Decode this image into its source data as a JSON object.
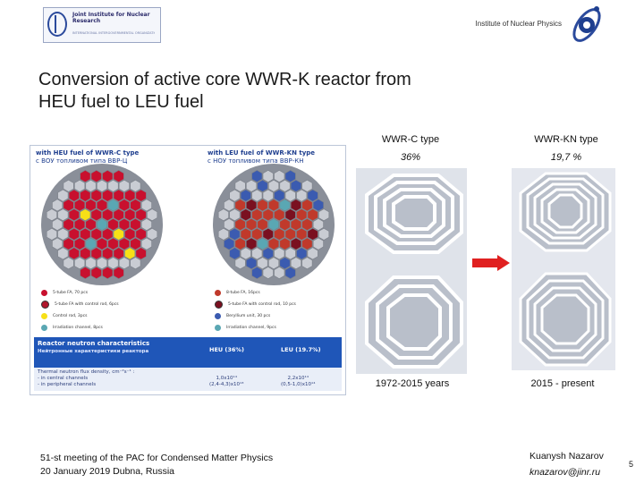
{
  "header": {
    "logo_text": "Joint Institute for Nuclear Research",
    "logo_subtext": "INTERNATIONAL INTERGOVERNMENTAL ORGANIZATION",
    "institute": "Institute of Nuclear Physics"
  },
  "title": "Conversion of active core WWR-K reactor from HEU fuel to LEU fuel",
  "figure": {
    "left_heading": "with HEU fuel of WWR-C type",
    "left_sub": "с ВОУ топливом типа ВВР-Ц",
    "right_heading": "with LEU fuel of WWR-KN type",
    "right_sub": "с НОУ топливом типа ВВР-КН",
    "legend_left": [
      "5-tube FA, 70 pcs",
      "5-tube FA with control rod, 6pcs",
      "Control rod, 3pcs",
      "Irradiation channel, 8pcs"
    ],
    "legend_right": [
      "8-tube FA, 16pcs",
      "5-tube FA with control rod, 10 pcs",
      "Beryllium unit, 30 pcs",
      "Irradiation channel, 9pcs"
    ],
    "table_title": "Reactor neutron characteristics",
    "table_title_ru": "Нейтронные характеристики реактора",
    "col_heu": "HEU (36%)",
    "col_leu": "LEU (19.7%)",
    "row_label": "Thermal neutron flux density, cm⁻²s⁻¹ :",
    "row_central": "in central channels",
    "row_peripheral": "in peripheral channels",
    "heu_central": "1,0x10¹⁴",
    "heu_peripheral": "(2,4-4,3)x10¹³",
    "leu_central": "2,2x10¹⁴",
    "leu_peripheral": "(0,5-1,0)x10¹⁴"
  },
  "assemblies": {
    "left_type": "WWR-C type",
    "left_pct": "36%",
    "right_type": "WWR-KN type",
    "right_pct": "19,7 %",
    "left_years": "1972-2015 years",
    "right_years": "2015 - present"
  },
  "footer": {
    "line1": "51-st meeting of the PAC for Condensed Matter Physics",
    "line2": "20 January 2019 Dubna, Russia",
    "author": "Kuanysh Nazarov",
    "email": "knazarov@jinr.ru",
    "page": "5"
  },
  "colors": {
    "accent_blue": "#1f56b8",
    "fuel_red": "#c8102e",
    "leu_red": "#c0392b",
    "control_yellow": "#f7e017",
    "channel_teal": "#5aa7b3",
    "arrow_red": "#e02020"
  },
  "icons": {
    "left_logo": "jinr-logo-icon",
    "right_logo": "inp-atom-logo-icon"
  }
}
